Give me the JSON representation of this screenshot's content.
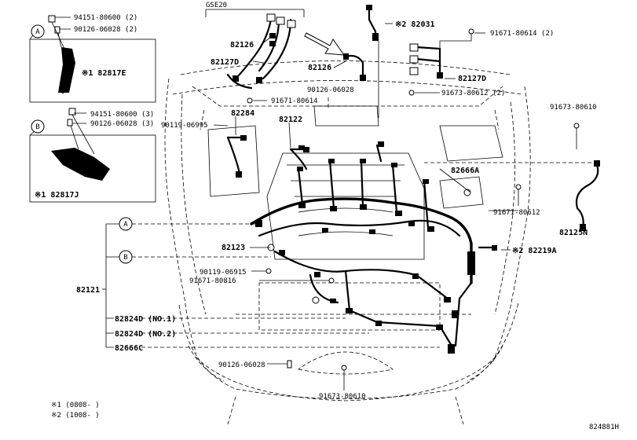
{
  "model_code": "GSE20",
  "figure_id": "824881H",
  "callouts": {
    "a": "A",
    "b": "B"
  },
  "footnotes": {
    "note1": "※1 (0808-      )",
    "note2": "※2 (1008-      )"
  },
  "labels": {
    "p94151_80600_2": "94151-80600 (2)",
    "p90126_06028_2": "90126-06028 (2)",
    "p82817e": "※1 82817E",
    "p94151_80600_3": "94151-80600 (3)",
    "p90126_06028_3": "90126-06028 (3)",
    "p82817j": "※1 82817J",
    "p82126_a": "82126",
    "p82127d_a": "82127D",
    "p91671_80614_a": "91671-80614",
    "p82126_b": "82126",
    "p90126_06028_b": "90126-06028",
    "p82031": "※2 82031",
    "p91671_80614_2": "91671-80614 (2)",
    "p82127d_b": "82127D",
    "p91673_80612_2": "91673-80612 (2)",
    "p91673_80610_r": "91673-80610",
    "p90119_06995": "90119-06995",
    "p82284": "82284",
    "p82122": "82122",
    "p82666a": "82666A",
    "p91671_80612": "91671-80612",
    "p82125n": "82125N",
    "p82123": "82123",
    "p82219a": "※2 82219A",
    "p90119_06915": "90119-06915",
    "p91671_80816": "91671-80816",
    "p82121": "82121",
    "p82824d_1": "82824D (NO.1)",
    "p82824d_2": "82824D (NO.2)",
    "p82666c": "82666C",
    "p90126_06028_c": "90126-06028",
    "p91673_80610_b": "91673-80610"
  }
}
